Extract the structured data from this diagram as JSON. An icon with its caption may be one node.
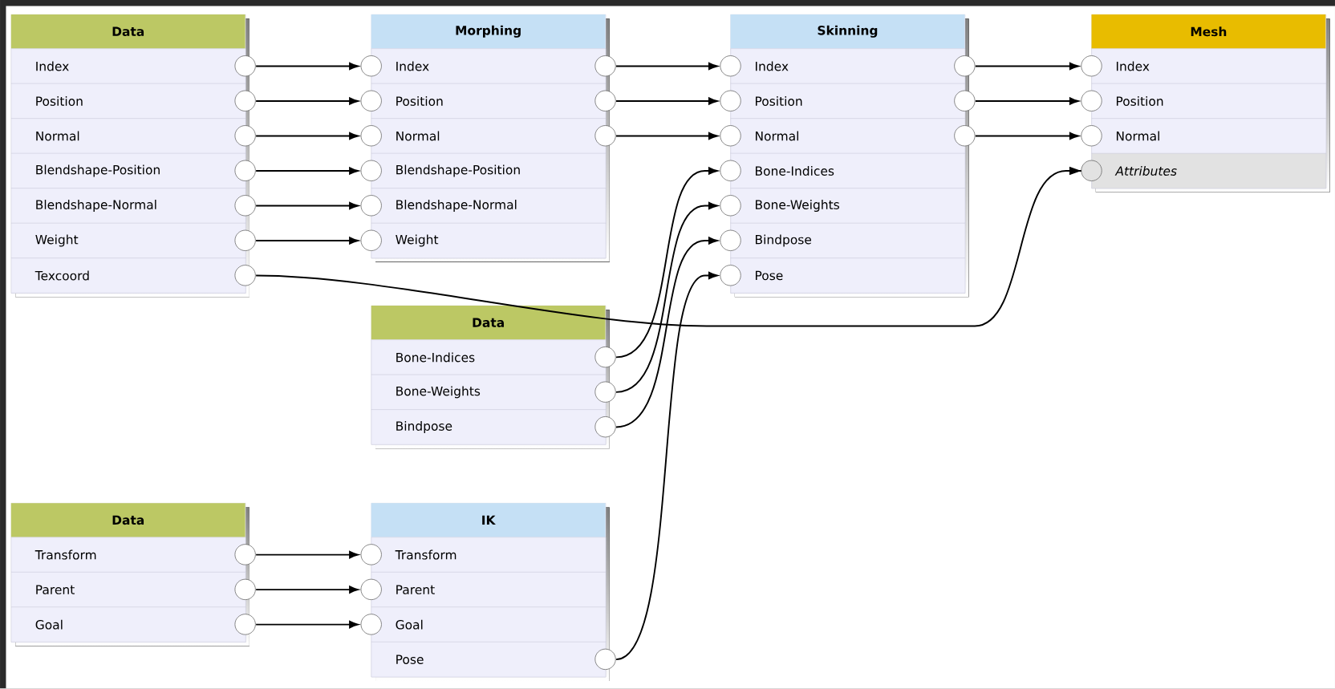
{
  "diagram": {
    "nodes": [
      {
        "text": [
          "Data"
        ]
      },
      {
        "text": [
          "Index"
        ],
        "in": 0
      },
      {
        "text": [
          "Position"
        ],
        "in": 0
      },
      {
        "text": [
          "Normal"
        ],
        "in": 0
      },
      {
        "text": [
          "Blendshape-Position"
        ],
        "in": 0
      },
      {
        "text": [
          "Blendshape-Normal"
        ],
        "in": 0
      },
      {
        "text": [
          "Weight"
        ],
        "in": 0
      },
      {
        "text": [
          "Texcoord"
        ],
        "in": 0
      },
      {
        "text": [
          "Morphing"
        ]
      },
      {
        "text": [
          "Index"
        ],
        "in": 8
      },
      {
        "text": [
          "Position"
        ],
        "in": 8
      },
      {
        "text": [
          "Normal"
        ],
        "in": 8
      },
      {
        "text": [
          "Blendshape-Position"
        ],
        "in": 8
      },
      {
        "text": [
          "Blendshape-Normal"
        ],
        "in": 8
      },
      {
        "text": [
          "Weight"
        ],
        "in": 8
      },
      {
        "text": [
          "Skinning"
        ]
      },
      {
        "text": [
          "Index"
        ],
        "in": 15
      },
      {
        "text": [
          "Position"
        ],
        "in": 15
      },
      {
        "text": [
          "Normal"
        ],
        "in": 15
      },
      {
        "text": [
          "Bone-Indices"
        ],
        "in": 15
      },
      {
        "text": [
          "Bone-Weights"
        ],
        "in": 15
      },
      {
        "text": [
          "Bindpose"
        ],
        "in": 15
      },
      {
        "text": [
          "Pose"
        ],
        "in": 15
      },
      {
        "text": [
          "Mesh"
        ]
      },
      {
        "text": [
          "Index"
        ],
        "in": 23
      },
      {
        "text": [
          "Position"
        ],
        "in": 23
      },
      {
        "text": [
          "Normal"
        ],
        "in": 23
      },
      {
        "text": [
          "Attributes"
        ],
        "in": 23
      },
      {
        "text": [
          "Data"
        ]
      },
      {
        "text": [
          "Bone-Indices"
        ],
        "in": 28
      },
      {
        "text": [
          "Bone-Weights"
        ],
        "in": 28
      },
      {
        "text": [
          "Bindpose"
        ],
        "in": 28
      },
      {
        "text": [
          "Data"
        ]
      },
      {
        "text": [
          "Transform"
        ],
        "in": 32
      },
      {
        "text": [
          "Parent"
        ],
        "in": 32
      },
      {
        "text": [
          "Goal"
        ],
        "in": 32
      },
      {
        "text": [
          "IK"
        ]
      },
      {
        "text": [
          "Transform"
        ],
        "in": 36
      },
      {
        "text": [
          "Parent"
        ],
        "in": 36
      },
      {
        "text": [
          "Goal"
        ],
        "in": 36
      },
      {
        "text": [
          "Pose"
        ],
        "in": 36
      }
    ],
    "edges": [
      {
        "from": 1,
        "to": 9,
        "arrow": "to"
      },
      {
        "from": 2,
        "to": 10,
        "arrow": "to"
      },
      {
        "from": 3,
        "to": 11,
        "arrow": "to"
      },
      {
        "from": 4,
        "to": 12,
        "arrow": "to"
      },
      {
        "from": 5,
        "to": 13,
        "arrow": "to"
      },
      {
        "from": 6,
        "to": 14,
        "arrow": "to"
      },
      {
        "from": 9,
        "to": 16,
        "arrow": "to"
      },
      {
        "from": 10,
        "to": 17,
        "arrow": "to"
      },
      {
        "from": 11,
        "to": 18,
        "arrow": "to"
      },
      {
        "from": 16,
        "to": 24,
        "arrow": "to"
      },
      {
        "from": 17,
        "to": 25,
        "arrow": "to"
      },
      {
        "from": 18,
        "to": 26,
        "arrow": "to"
      },
      {
        "from": 7,
        "to": 27,
        "arrow": "to"
      },
      {
        "from": 29,
        "to": 19,
        "arrow": "to"
      },
      {
        "from": 30,
        "to": 20,
        "arrow": "to"
      },
      {
        "from": 31,
        "to": 21,
        "arrow": "to"
      },
      {
        "from": 33,
        "to": 37,
        "arrow": "to"
      },
      {
        "from": 34,
        "to": 38,
        "arrow": "to"
      },
      {
        "from": 35,
        "to": 39,
        "arrow": "to"
      },
      {
        "from": 40,
        "to": 22,
        "arrow": "to"
      }
    ]
  }
}
